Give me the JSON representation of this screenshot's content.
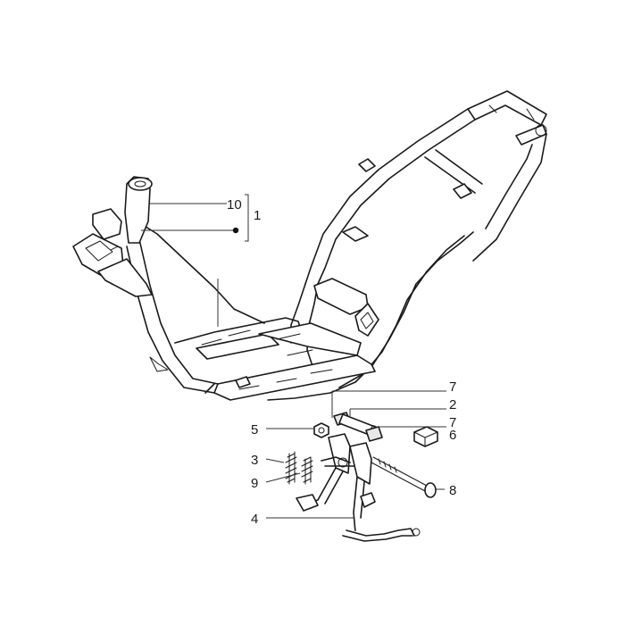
{
  "callouts": {
    "c10": "10",
    "c1": "1",
    "c7a": "7",
    "c2": "2",
    "c7b": "7",
    "c5": "5",
    "c6": "6",
    "c3": "3",
    "c9": "9",
    "c8": "8",
    "c4": "4"
  },
  "colors": {
    "line": "#1a1a1a",
    "background": "#ffffff"
  }
}
